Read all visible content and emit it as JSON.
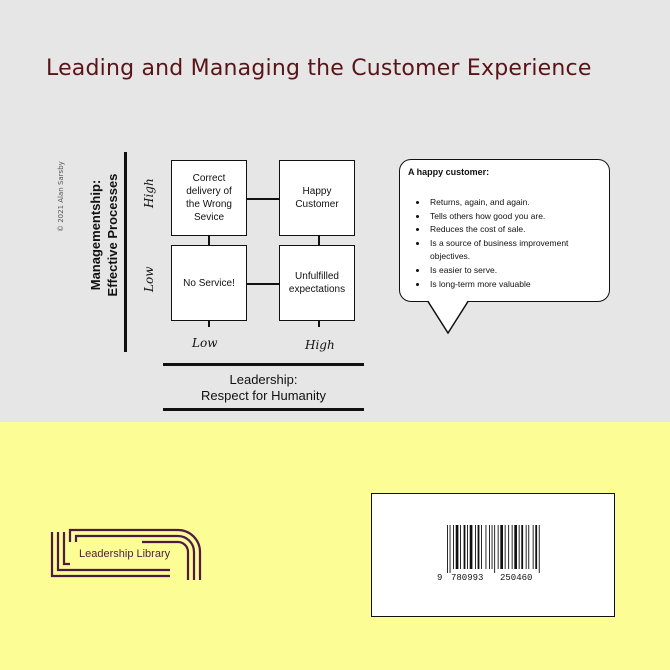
{
  "title": "Leading and Managing the Customer Experience",
  "copyright": "© 2021 Alan Sarsby",
  "matrix": {
    "y_axis_label": [
      "Managementship:",
      "Effective Processes"
    ],
    "x_axis_label": [
      "Leadership:",
      "Respect for Humanity"
    ],
    "y_high": "High",
    "y_low": "Low",
    "x_low": "Low",
    "x_high": "High",
    "cells": {
      "high_low": [
        "Correct",
        "delivery of",
        "the Wrong",
        "Sevice"
      ],
      "high_high": [
        "Happy",
        "Customer"
      ],
      "low_low": [
        "No Service!"
      ],
      "low_high": [
        "Unfulfilled",
        "expectations"
      ]
    }
  },
  "bubble": {
    "heading": "A happy customer:",
    "items": [
      "Returns, again, and again.",
      "Tells others how good you are.",
      "Reduces the cost of sale.",
      "Is a source of business improvement objectives.",
      "Is easier to serve.",
      "Is long-term more valuable"
    ]
  },
  "logo": {
    "text": "Leadership Library",
    "color": "#4e1a47"
  },
  "barcode": {
    "lead": "9",
    "left": "780993",
    "right": "250460"
  },
  "colors": {
    "title": "#5a1418",
    "top_bg": "#e6e6e6",
    "bottom_bg": "#fdfd96"
  }
}
